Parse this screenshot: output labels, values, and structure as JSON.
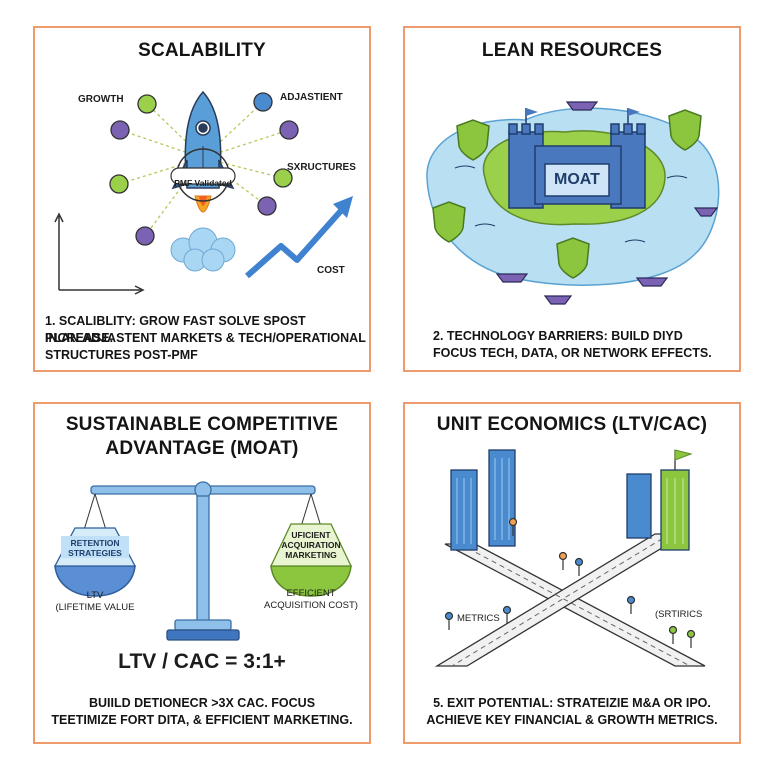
{
  "panels": {
    "scalability": {
      "title": "SCALABILITY",
      "labels": {
        "growth": "GROWTH",
        "adjacent": "ADJASTIENT",
        "structures": "SXRUCTURES",
        "cost": "COST",
        "badge": "PMF Validated"
      },
      "caption": [
        "1. SCALIBLITY: GROW FAST SOLVE SPOST INCREASE.",
        "PLAN ADJASTENT MARKETS & TECH/OPERATIONAL",
        "STRUCTURES POST-PMF"
      ]
    },
    "lean": {
      "title": "LEAN RESOURCES",
      "moat_label": "MOAT",
      "caption": [
        "2. TECHNOLOGY BARRIERS: BUILD DIYD",
        "FOCUS TECH, DATA, OR NETWORK EFFECTS."
      ]
    },
    "moat": {
      "title_lines": [
        "SUSTAINABLE COMPETITIVE",
        "ADVANTAGE (MOAT)"
      ],
      "left_pan": "RETENTION STRATEGIES",
      "right_pan": [
        "UFICIENT",
        "ACQUIRATION",
        "MARKETING"
      ],
      "left_label": [
        "LTV",
        "(LIFETIME VALUE"
      ],
      "right_label": [
        "EFFICIENT",
        "ACQUISITION COST)"
      ],
      "ratio": "LTV / CAC = 3:1+",
      "caption": [
        "BUIILD DETIONECR >3X CAC. FOCUS",
        "TEETIMIZE FORT DITA, & EFFICIENT MARKETING."
      ]
    },
    "unit": {
      "title": "UNIT ECONOMICS (LTV/CAC)",
      "left_label": "METRICS",
      "right_label": "(SRTIRICS",
      "caption": [
        "5. EXIT POTENTIAL: STRATEIZIE M&A OR IPO.",
        "ACHIEVE KEY FINANCIAL & GROWTH METRICS."
      ]
    }
  },
  "colors": {
    "border": "#ef9a6a",
    "blue": "#3f7fc6",
    "green": "#8cc63f",
    "purple": "#7b62b3",
    "water": "#b9dff3"
  }
}
